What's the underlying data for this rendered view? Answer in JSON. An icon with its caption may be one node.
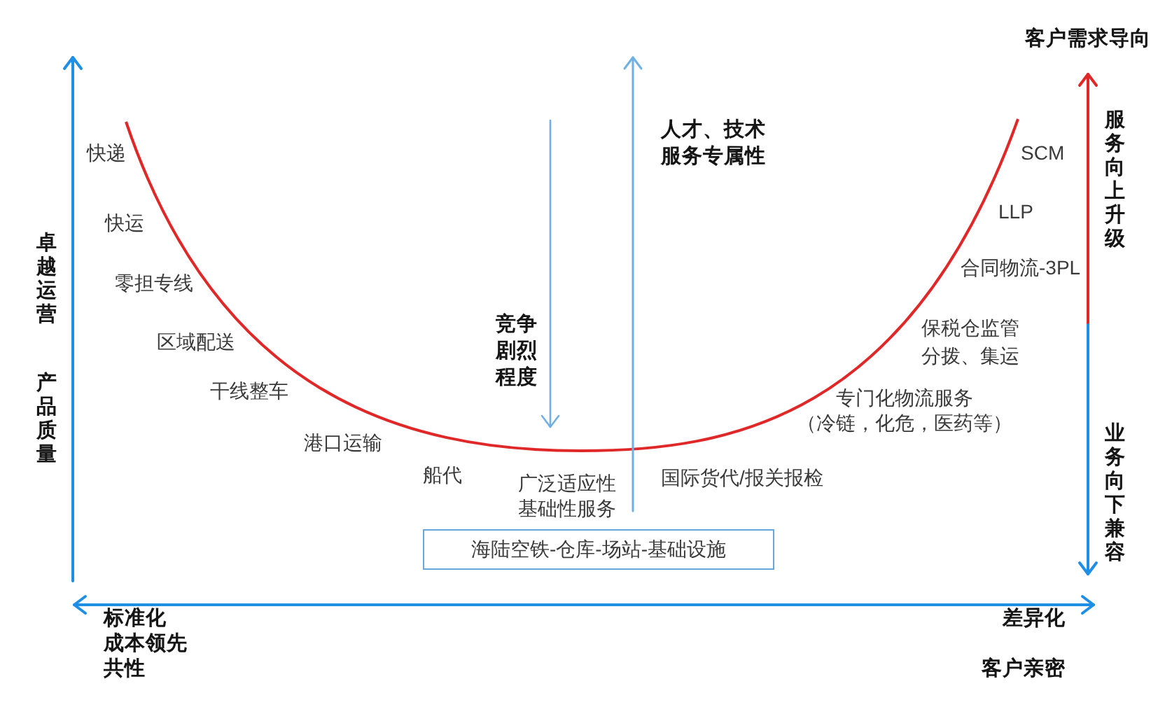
{
  "diagram": {
    "nodes": [
      {
        "text": [
          "海陆空铁-仓库-场站-基础设施"
        ]
      }
    ],
    "labels": [
      "客户需求导向",
      "人才、技术服务专属性",
      "快递",
      "SCM",
      "服务向上升级",
      "快运",
      "LLP",
      "卓越运营",
      "合同物流-3PL",
      "零担专线",
      "保税仓监管分拨、集运",
      "区域配送",
      "竞争剧烈程度",
      "干线整车",
      "产品质量",
      "专门化物流服务",
      "（冷链，化危，医药等）",
      "港口运输",
      "业务向下兼容",
      "船代",
      "广泛适应性基础性服务",
      "国际货代/报关报检",
      "标准化",
      "差异化",
      "成本领先",
      "共性",
      "客户亲密"
    ]
  }
}
